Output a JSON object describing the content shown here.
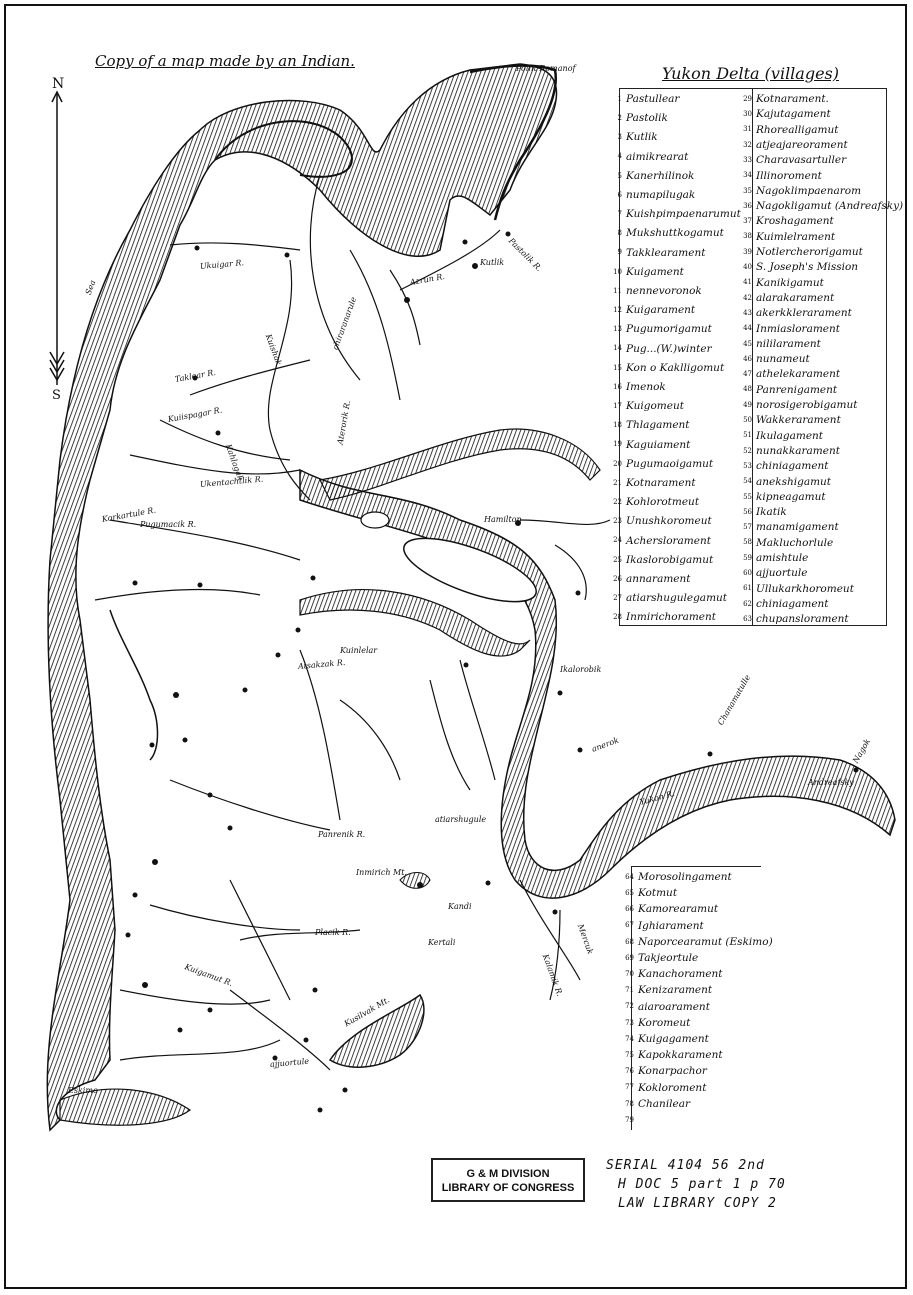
{
  "title": "Copy of a map made by an Indian.",
  "compass": {
    "north": "N",
    "south": "S"
  },
  "legend_title": "Yukon Delta (villages)",
  "legend_col1": [
    {
      "n": "1",
      "name": "Pastullear"
    },
    {
      "n": "2",
      "name": "Pastolik"
    },
    {
      "n": "3",
      "name": "Kutlik"
    },
    {
      "n": "4",
      "name": "aimikrearat"
    },
    {
      "n": "5",
      "name": "Kanerhilinok"
    },
    {
      "n": "6",
      "name": "numapilugak"
    },
    {
      "n": "7",
      "name": "Kuishpimpaenarumut"
    },
    {
      "n": "8",
      "name": "Mukshuttkogamut"
    },
    {
      "n": "9",
      "name": "Takklearament"
    },
    {
      "n": "10",
      "name": "Kuigament"
    },
    {
      "n": "11",
      "name": "nennevoronok"
    },
    {
      "n": "12",
      "name": "Kuigarament"
    },
    {
      "n": "13",
      "name": "Pugumorigamut"
    },
    {
      "n": "14",
      "name": "Pug...(W.)winter"
    },
    {
      "n": "15",
      "name": "Kon o Kaklligomut"
    },
    {
      "n": "16",
      "name": "Imenok"
    },
    {
      "n": "17",
      "name": "Kuigomeut"
    },
    {
      "n": "18",
      "name": "Thlagament"
    },
    {
      "n": "19",
      "name": "Kaguiament"
    },
    {
      "n": "20",
      "name": "Pugumaoigamut"
    },
    {
      "n": "21",
      "name": "Kotnarament"
    },
    {
      "n": "22",
      "name": "Kohlorotmeut"
    },
    {
      "n": "23",
      "name": "Unushkoromeut"
    },
    {
      "n": "24",
      "name": "Acherslorament"
    },
    {
      "n": "25",
      "name": "Ikaslorobigamut"
    },
    {
      "n": "26",
      "name": "annarament"
    },
    {
      "n": "27",
      "name": "atiarshugulegamut"
    },
    {
      "n": "28",
      "name": "Inmirichorament"
    }
  ],
  "legend_col2": [
    {
      "n": "29",
      "name": "Kotnarament."
    },
    {
      "n": "30",
      "name": "Kajutagament"
    },
    {
      "n": "31",
      "name": "Rhorealligamut"
    },
    {
      "n": "32",
      "name": "atjeajareorament"
    },
    {
      "n": "33",
      "name": "Charavasartuller"
    },
    {
      "n": "34",
      "name": "Illinoroment"
    },
    {
      "n": "35",
      "name": "Nagoklimpaenarom"
    },
    {
      "n": "36",
      "name": "Nagokligamut (Andreafsky)"
    },
    {
      "n": "37",
      "name": "Kroshagament"
    },
    {
      "n": "38",
      "name": "Kuimlelrament"
    },
    {
      "n": "39",
      "name": "Notlercherorigamut"
    },
    {
      "n": "40",
      "name": "S. Joseph's Mission"
    },
    {
      "n": "41",
      "name": "Kanikigamut"
    },
    {
      "n": "42",
      "name": "alarakarament"
    },
    {
      "n": "43",
      "name": "akerkklerarament"
    },
    {
      "n": "44",
      "name": "Inmiaslorament"
    },
    {
      "n": "45",
      "name": "nililarament"
    },
    {
      "n": "46",
      "name": "nunameut"
    },
    {
      "n": "47",
      "name": "athelekarament"
    },
    {
      "n": "48",
      "name": "Panrenigament"
    },
    {
      "n": "49",
      "name": "norosigerobigamut"
    },
    {
      "n": "50",
      "name": "Wakkerarament"
    },
    {
      "n": "51",
      "name": "Ikulagament"
    },
    {
      "n": "52",
      "name": "nunakkarament"
    },
    {
      "n": "53",
      "name": "chiniagament"
    },
    {
      "n": "54",
      "name": "anekshigamut"
    },
    {
      "n": "55",
      "name": "kipneagamut"
    },
    {
      "n": "56",
      "name": "Ikatik"
    },
    {
      "n": "57",
      "name": "manamigament"
    },
    {
      "n": "58",
      "name": "Makluchorlule"
    },
    {
      "n": "59",
      "name": "amishtule"
    },
    {
      "n": "60",
      "name": "ajjuortule"
    },
    {
      "n": "61",
      "name": "Ullukarkhoromeut"
    },
    {
      "n": "62",
      "name": "chiniagament"
    },
    {
      "n": "63",
      "name": "chupanslorament"
    }
  ],
  "legend_col3": [
    {
      "n": "64",
      "name": "Morosolingament"
    },
    {
      "n": "65",
      "name": "Kotmut"
    },
    {
      "n": "66",
      "name": "Kamorearamut"
    },
    {
      "n": "67",
      "name": "Ighiarament"
    },
    {
      "n": "68",
      "name": "Naporcearamut (Eskimo)"
    },
    {
      "n": "69",
      "name": "Takjeortule"
    },
    {
      "n": "70",
      "name": "Kanachorament"
    },
    {
      "n": "71",
      "name": "Kenizarament"
    },
    {
      "n": "72",
      "name": "aiaroarament"
    },
    {
      "n": "73",
      "name": "Koromeut"
    },
    {
      "n": "74",
      "name": "Kuigagament"
    },
    {
      "n": "75",
      "name": "Kapokkarament"
    },
    {
      "n": "76",
      "name": "Konarpachor"
    },
    {
      "n": "77",
      "name": "Kokloroment"
    },
    {
      "n": "78",
      "name": "Chanilear"
    },
    {
      "n": "79",
      "name": ""
    }
  ],
  "map_labels": [
    {
      "id": "point-romanof",
      "text": "Point Romanof"
    },
    {
      "id": "pastolik-river",
      "text": "Pastolik R."
    },
    {
      "id": "kutlik",
      "text": "Kutlik"
    },
    {
      "id": "azrun-river",
      "text": "Azrun R."
    },
    {
      "id": "ukuigar-river",
      "text": "Ukuigar R."
    },
    {
      "id": "sea",
      "text": "Sea"
    },
    {
      "id": "taklear-river",
      "text": "Taklear R."
    },
    {
      "id": "kuiispagar-river",
      "text": "Kuiispagar R."
    },
    {
      "id": "ukentachtlik-river",
      "text": "Ukentachtlik R."
    },
    {
      "id": "korkartule-river",
      "text": "Korkartule R."
    },
    {
      "id": "pugumacik-river",
      "text": "Pugumacik R."
    },
    {
      "id": "hamilton",
      "text": "Hamilton"
    },
    {
      "id": "ikalorobik",
      "text": "Ikalorobik"
    },
    {
      "id": "yukon-river",
      "text": "Yukon R."
    },
    {
      "id": "andreafsky",
      "text": "Andreafsky"
    },
    {
      "id": "nagok",
      "text": "Nagok"
    },
    {
      "id": "atsakzak-river",
      "text": "Atsakzak R."
    },
    {
      "id": "kuinlelar",
      "text": "Kuinlelar"
    },
    {
      "id": "inmirich-mt",
      "text": "Inmirich Mt."
    },
    {
      "id": "kusilvak-mt",
      "text": "Kusilvak Mt."
    },
    {
      "id": "eskimo",
      "text": "Eskimo"
    },
    {
      "id": "kuigamut-river",
      "text": "Kuigamut R."
    },
    {
      "id": "placik-river",
      "text": "Placik R."
    },
    {
      "id": "panrenik-river",
      "text": "Panrenik R."
    },
    {
      "id": "kuishak",
      "text": "Kuishak"
    },
    {
      "id": "chiraranarule",
      "text": "chiraranarule"
    },
    {
      "id": "aterorik-river",
      "text": "Aterorik R."
    },
    {
      "id": "kahlagak",
      "text": "Kahlagak"
    },
    {
      "id": "atiarshugule",
      "text": "atiarshugule"
    },
    {
      "id": "kandi",
      "text": "Kandi"
    },
    {
      "id": "kertali",
      "text": "Kertali"
    },
    {
      "id": "ajjuortule",
      "text": "ajjuortule"
    },
    {
      "id": "chanamatulle",
      "text": "Chanamatulle"
    },
    {
      "id": "anerok",
      "text": "anerok"
    },
    {
      "id": "kalamik-river",
      "text": "Kalamik R."
    },
    {
      "id": "mercuk",
      "text": "Mercuk"
    }
  ],
  "stamp": {
    "line1": "G & M DIVISION",
    "line2": "LIBRARY OF CONGRESS"
  },
  "serial": {
    "line1": "SERIAL 4104  56 2nd",
    "line2": "H DOC 5  part 1  p 70",
    "line3": "LAW LIBRARY  COPY 2"
  }
}
